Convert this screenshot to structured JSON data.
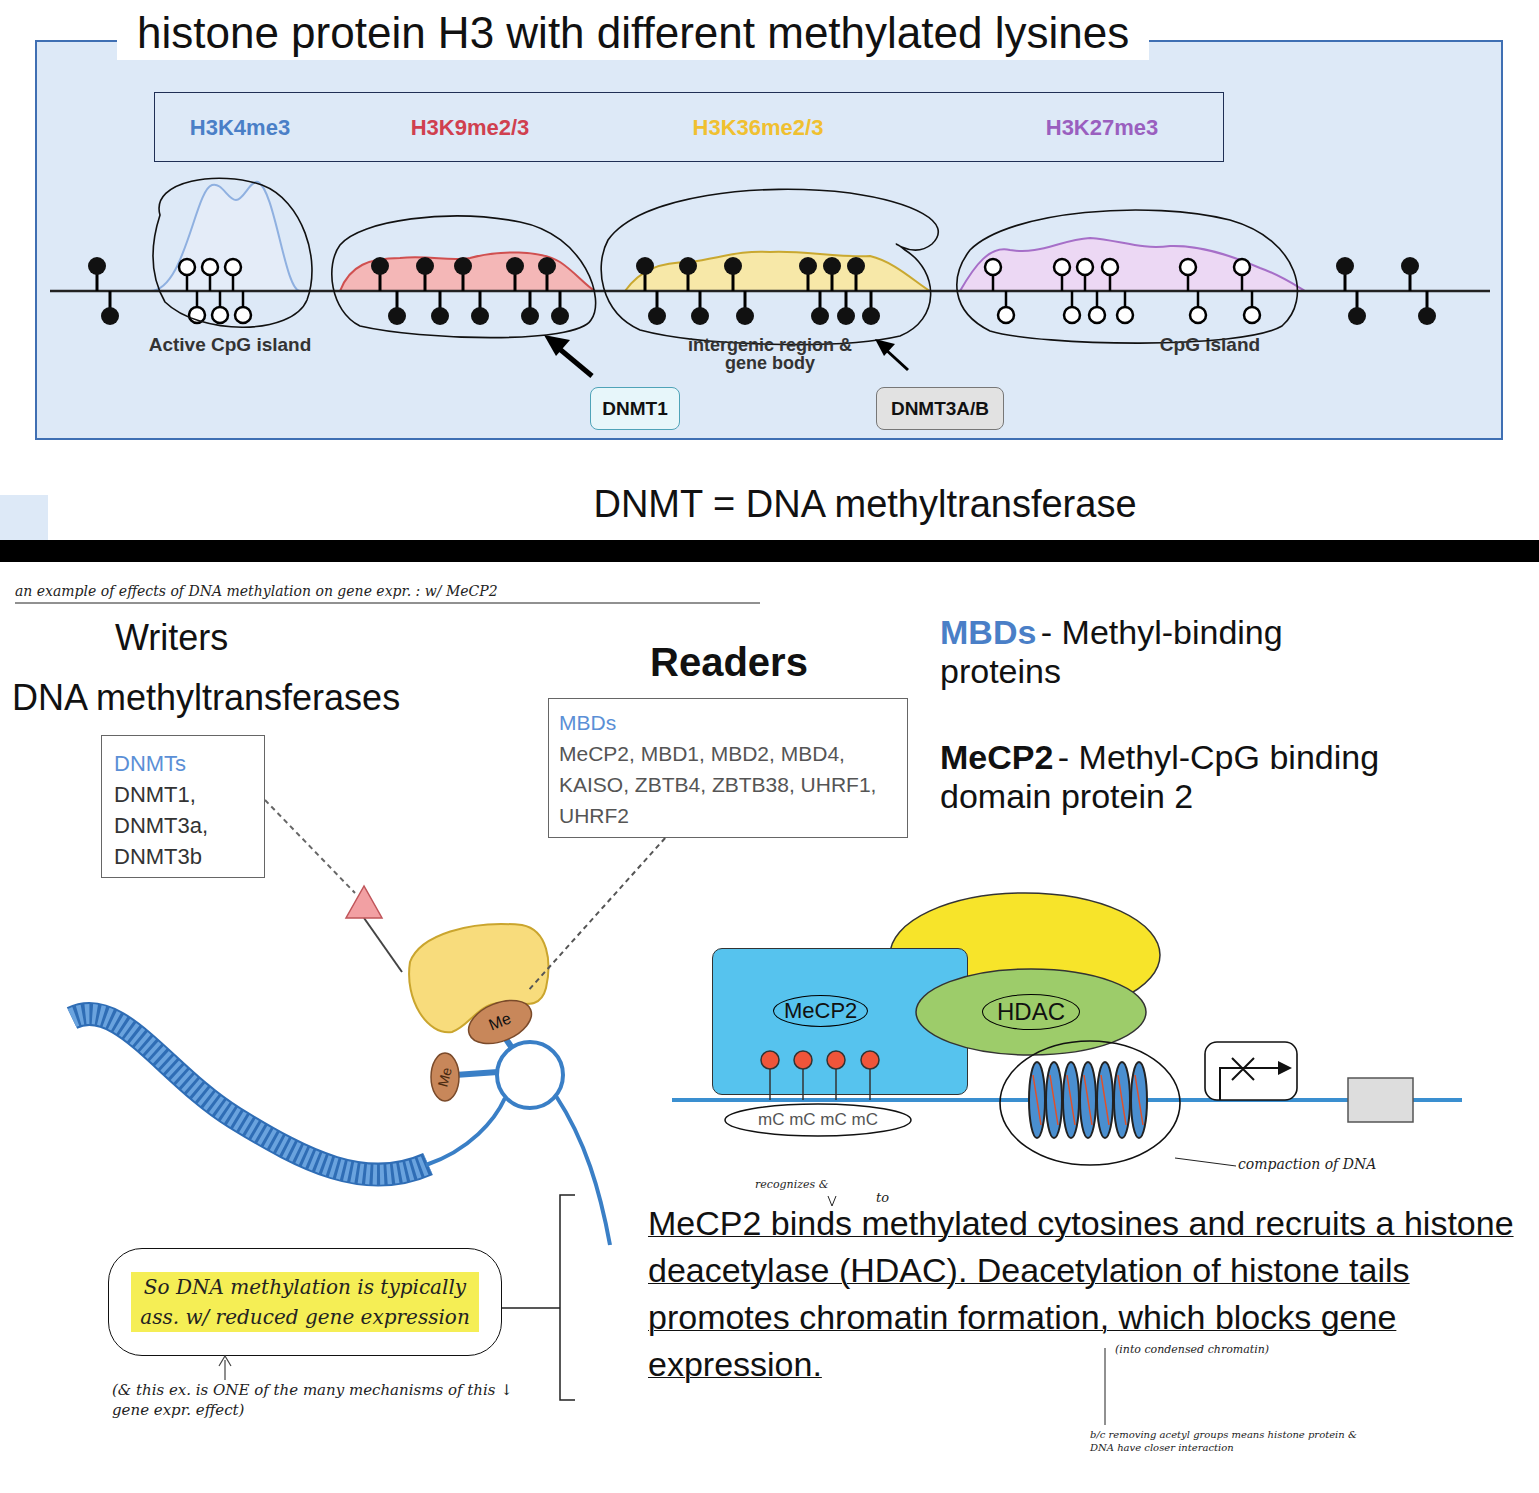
{
  "diagram": {
    "nodes": [
      {
        "text": [
          "histone protein H3 with different methylated lysines"
        ]
      },
      {
        "text": [
          "H3K4me3",
          "H3K9me2/3",
          "H3K36me2/3",
          "H3K27me3"
        ],
        "in": 0
      },
      {
        "text": [
          "DNMT1"
        ],
        "in": 0
      },
      {
        "text": [
          "DNMT3A/B"
        ],
        "in": 0
      },
      {
        "text": [
          "DNMTs",
          "DNMT1, DNMT3a, DNMT3b"
        ]
      },
      {
        "text": [
          "MBDs",
          "MeCP2, MBD1, MBD2, MBD4, KAISO, ZBTB4, ZBTB38, UHRF1, UHRF2"
        ]
      },
      {
        "text": [
          "Me"
        ]
      },
      {
        "text": [
          "Me"
        ]
      },
      {
        "text": [
          "MeCP2"
        ]
      },
      {
        "text": [
          "HDAC"
        ]
      },
      {
        "text": [
          "mC mC mC mC"
        ]
      },
      {
        "text": [
          "So DNA methylation is typically ass. w/ reduced gene expression"
        ]
      }
    ],
    "edges": [
      {
        "from": 5,
        "to": 6,
        "arrow": "none"
      }
    ],
    "labels": [
      "Active CpG island",
      "intergenic region & gene body",
      "CpG island",
      "DNMT = DNA methyltransferase",
      "an example of effects of DNA methylation on gene expr. : w/ MeCP2",
      "Writers",
      "DNA methyltransferases",
      "Readers",
      "MBDs",
      "- Methyl-binding proteins",
      "MeCP2",
      "- Methyl-CpG binding domain protein 2",
      "compaction of DNA",
      "recognizes &",
      "to",
      "MeCP2 binds methylated cytosines and recruits a histone deacetylase (HDAC). Deacetylation of histone tails promotes chromatin formation, which blocks gene expression.",
      "(into condensed chromatin)",
      "b/c removing acetyl groups means histone protein & DNA have closer interaction",
      "(& this ex. is ONE of the many mechanisms of this ↓ gene expr. effect)"
    ]
  }
}
